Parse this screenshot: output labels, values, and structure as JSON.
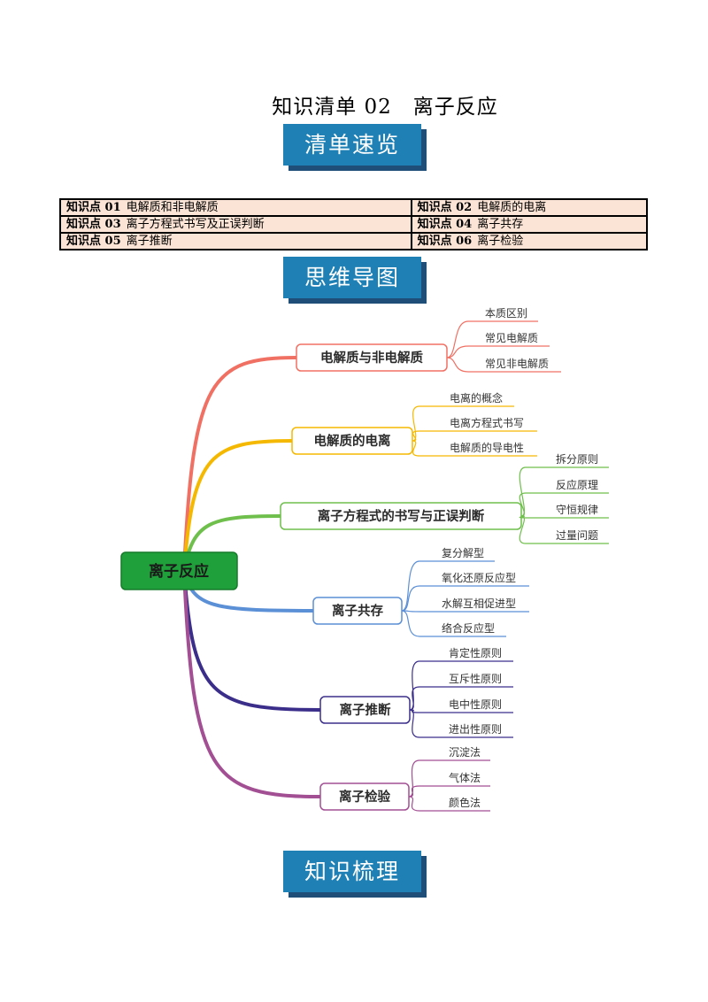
{
  "document": {
    "title": "知识清单 02　离子反应",
    "banners": {
      "overview": "清单速览",
      "mindmap": "思维导图",
      "review": "知识梳理"
    },
    "toc": [
      [
        {
          "label": "知识点 01",
          "text": "电解质和非电解质"
        },
        {
          "label": "知识点 02",
          "text": "电解质的电离"
        }
      ],
      [
        {
          "label": "知识点 03",
          "text": "离子方程式书写及正误判断"
        },
        {
          "label": "知识点 04",
          "text": "离子共存"
        }
      ],
      [
        {
          "label": "知识点 05",
          "text": "离子推断"
        },
        {
          "label": "知识点 06",
          "text": "离子检验"
        }
      ]
    ]
  },
  "mindmap": {
    "root": "离子反应",
    "colors": {
      "root_fill": "#20a03a",
      "branches": [
        "#f07063",
        "#f5b800",
        "#6fbf4c",
        "#5b8fd6",
        "#3a2e8a",
        "#a24f93"
      ]
    },
    "branches": [
      {
        "label": "电解质与非电解质",
        "children": [
          "本质区别",
          "常见电解质",
          "常见非电解质"
        ]
      },
      {
        "label": "电解质的电离",
        "children": [
          "电离的概念",
          "电离方程式书写",
          "电解质的导电性"
        ]
      },
      {
        "label": "离子方程式的书写与正误判断",
        "children": [
          "拆分原则",
          "反应原理",
          "守恒规律",
          "过量问题"
        ]
      },
      {
        "label": "离子共存",
        "children": [
          "复分解型",
          "氧化还原反应型",
          "水解互相促进型",
          "络合反应型"
        ]
      },
      {
        "label": "离子推断",
        "children": [
          "肯定性原则",
          "互斥性原则",
          "电中性原则",
          "进出性原则"
        ]
      },
      {
        "label": "离子检验",
        "children": [
          "沉淀法",
          "气体法",
          "颜色法"
        ]
      }
    ]
  }
}
